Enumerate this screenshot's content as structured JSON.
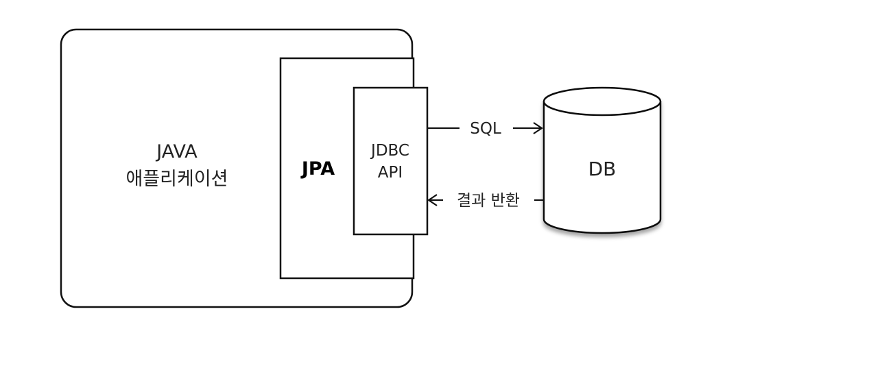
{
  "application": {
    "line1": "JAVA",
    "line2": "애플리케이션"
  },
  "jpa": {
    "label": "JPA"
  },
  "jdbc": {
    "line1": "JDBC",
    "line2": "API"
  },
  "database": {
    "label": "DB"
  },
  "arrows": {
    "request": "SQL",
    "response": "결과 반환"
  },
  "colors": {
    "stroke": "#111111",
    "text": "#222222",
    "background": "#ffffff"
  }
}
